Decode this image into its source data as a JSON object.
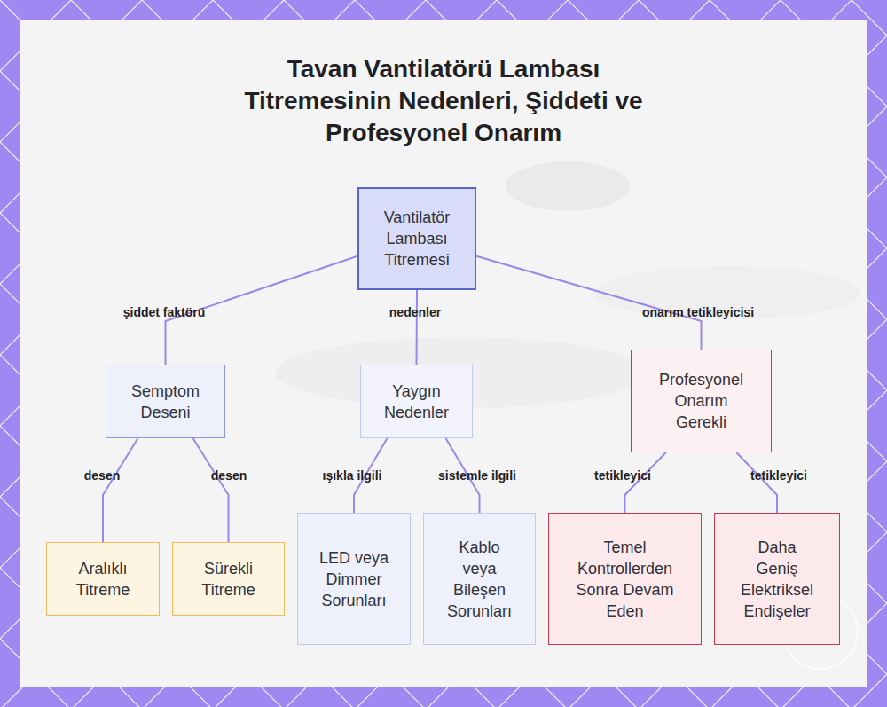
{
  "diagram": {
    "title": "Tavan Vantilatörü Lambası Titremesinin Nedenleri, Şiddeti ve Profesyonel Onarım",
    "nodes": [
      {
        "text": [
          "Vantilatör Lambası Titremesi"
        ]
      },
      {
        "text": [
          "Semptom Deseni"
        ]
      },
      {
        "text": [
          "Yaygın Nedenler"
        ]
      },
      {
        "text": [
          "Profesyonel Onarım Gerekli"
        ]
      },
      {
        "text": [
          "Aralıklı Titreme"
        ]
      },
      {
        "text": [
          "Sürekli Titreme"
        ]
      },
      {
        "text": [
          "LED veya Dimmer Sorunları"
        ]
      },
      {
        "text": [
          "Kablo veya Bileşen Sorunları"
        ]
      },
      {
        "text": [
          "Temel Kontrollerden Sonra Devam Eden"
        ]
      },
      {
        "text": [
          "Daha Geniş Elektriksel Endişeler"
        ]
      }
    ],
    "edges": [
      {
        "from": 0,
        "to": 1,
        "label": "şiddet faktörü",
        "arrow": "none"
      },
      {
        "from": 0,
        "to": 2,
        "label": "nedenler",
        "arrow": "none"
      },
      {
        "from": 0,
        "to": 3,
        "label": "onarım tetikleyicisi",
        "arrow": "none"
      },
      {
        "from": 1,
        "to": 4,
        "label": "desen",
        "arrow": "none"
      },
      {
        "from": 1,
        "to": 5,
        "label": "desen",
        "arrow": "none"
      },
      {
        "from": 2,
        "to": 6,
        "label": "ışıkla ilgili",
        "arrow": "none"
      },
      {
        "from": 2,
        "to": 7,
        "label": "sistemle ilgili",
        "arrow": "none"
      },
      {
        "from": 3,
        "to": 8,
        "label": "tetikleyici",
        "arrow": "none"
      },
      {
        "from": 3,
        "to": 9,
        "label": "tetikleyici",
        "arrow": "none"
      }
    ]
  }
}
